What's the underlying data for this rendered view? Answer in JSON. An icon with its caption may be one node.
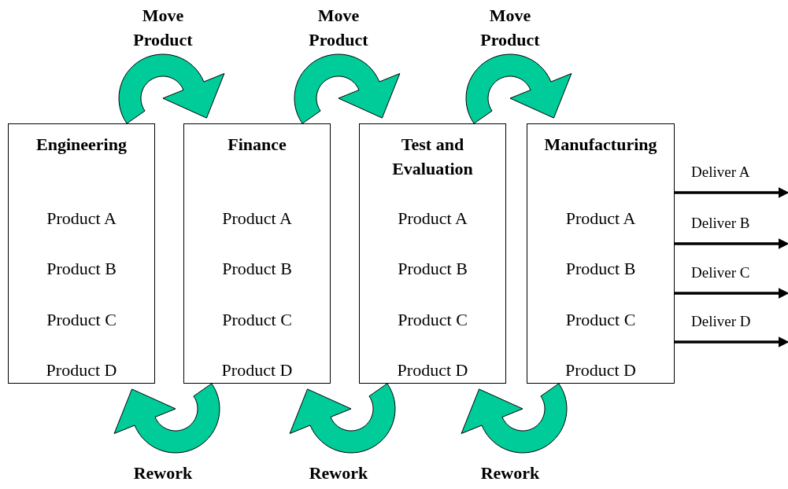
{
  "diagram": {
    "nodes": [
      {
        "text": [
          "Engineering",
          "Product A",
          "Product B",
          "Product C",
          "Product D"
        ]
      },
      {
        "text": [
          "Finance",
          "Product A",
          "Product B",
          "Product C",
          "Product D"
        ]
      },
      {
        "text": [
          "Test and Evaluation",
          "Product A",
          "Product B",
          "Product C",
          "Product D"
        ]
      },
      {
        "text": [
          "Manufacturing",
          "Product A",
          "Product B",
          "Product C",
          "Product D"
        ]
      }
    ],
    "edges": [
      {
        "from": 0,
        "to": 1,
        "arrow": "to",
        "label": "Move Product"
      },
      {
        "from": 1,
        "to": 2,
        "arrow": "to",
        "label": "Move Product"
      },
      {
        "from": 2,
        "to": 3,
        "arrow": "to",
        "label": "Move Product"
      },
      {
        "from": 1,
        "to": 0,
        "arrow": "to",
        "label": "Rework"
      },
      {
        "from": 2,
        "to": 1,
        "arrow": "to",
        "label": "Rework"
      },
      {
        "from": 3,
        "to": 2,
        "arrow": "to",
        "label": "Rework"
      },
      {
        "from": 3,
        "to": null,
        "arrow": "to",
        "label": "Deliver A",
        "color": "#000000"
      },
      {
        "from": 3,
        "to": null,
        "arrow": "to",
        "label": "Deliver B",
        "color": "#000000"
      },
      {
        "from": 3,
        "to": null,
        "arrow": "to",
        "label": "Deliver C",
        "color": "#000000"
      },
      {
        "from": 3,
        "to": null,
        "arrow": "to",
        "label": "Deliver D",
        "color": "#000000"
      }
    ]
  }
}
